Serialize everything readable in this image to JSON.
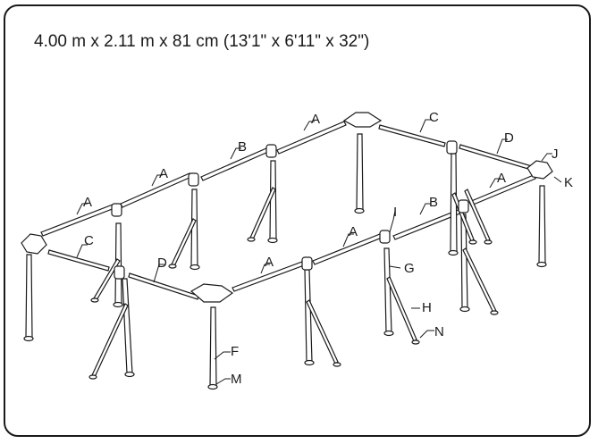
{
  "title": "4.00 m x 2.11 m x 81 cm (13'1\" x 6'11\" x 32\")",
  "part_labels": {
    "a1": "A",
    "a2": "A",
    "a3": "A",
    "a4": "A",
    "a5": "A",
    "a6": "A",
    "b1": "B",
    "b2": "B",
    "c1": "C",
    "c2": "C",
    "d1": "D",
    "d2": "D",
    "f": "F",
    "g": "G",
    "h": "H",
    "i": "I",
    "j": "J",
    "k": "K",
    "m": "M",
    "n": "N"
  },
  "colors": {
    "line": "#1a1a1a",
    "fill": "#ffffff"
  }
}
